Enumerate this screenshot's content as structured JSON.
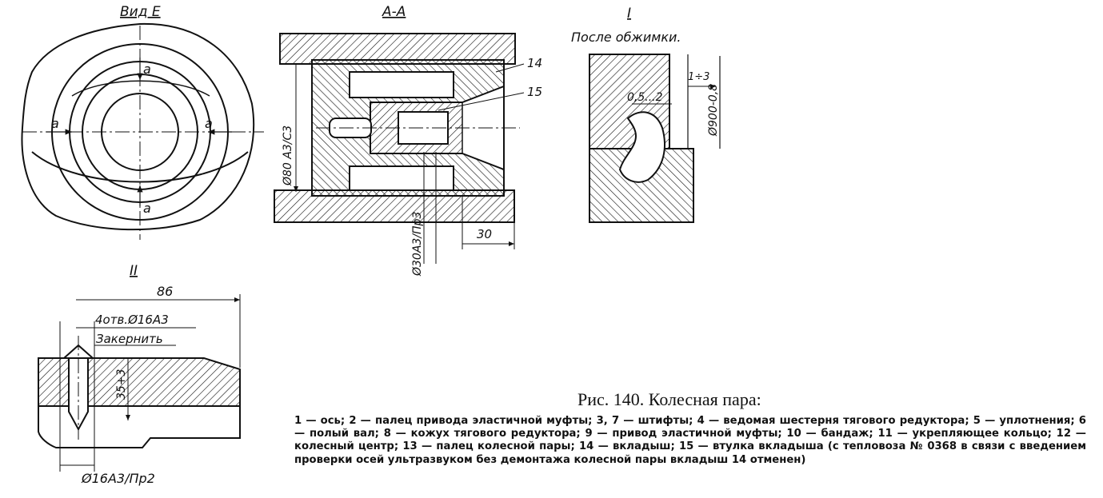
{
  "labels": {
    "view_e": "Вид Е",
    "section_aa": "А-А",
    "view_i": "I",
    "view_ii": "II",
    "after_crimp": "После обжимки.",
    "a": "а",
    "dim_80": "Ø80 А3/С3",
    "dim_30a": "Ø30А3/Пр3",
    "dim_30": "30",
    "num_14": "14",
    "num_15": "15",
    "dim_1_3": "1÷3",
    "dim_05_2": "0,5...2",
    "dim_900": "Ø900-0,8",
    "dim_86": "86",
    "holes": "4отв.Ø16А3",
    "center_punch": "Закернить",
    "dim_35": "35+3",
    "dim_16": "Ø16А3/Пр2"
  },
  "caption": {
    "title": "Рис. 140. Колесная пара:",
    "body": "1 — ось; 2 — палец привода эластичной муфты; 3, 7 — штифты; 4 — ведомая шестерня тягового редуктора; 5 — уплотнения; 6 — полый вал; 8 — кожух тягового редуктора; 9 — привод эластичной муфты; 10 — бандаж; 11 — укрепляющее кольцо; 12 — колесный центр; 13 — палец колесной пары; 14 — вкладыш; 15 — втулка вкладыша (с тепловоза № 0368 в связи с введением проверки осей ультразвуком без демонтажа колесной пары вкладыш 14 отменен)"
  }
}
